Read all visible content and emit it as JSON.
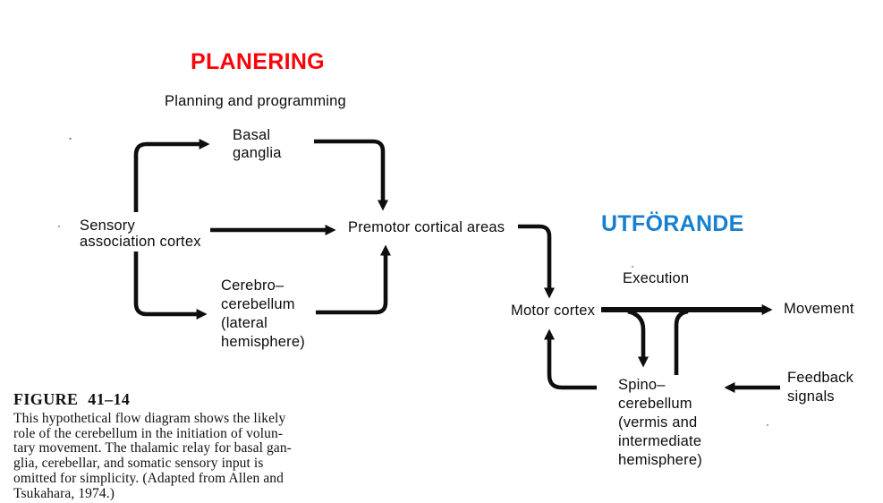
{
  "overlays": {
    "planning_title": "PLANERING",
    "planning_color": "#f90408",
    "execution_title": "UTFÖRANDE",
    "execution_color": "#1580d0"
  },
  "diagram": {
    "phase_labels": {
      "planning": "Planning and programming",
      "execution": "Execution"
    },
    "nodes": {
      "sensory": "Sensory\nassociation cortex",
      "basal": "Basal\nganglia",
      "cerebro": "Cerebro–\ncerebellum\n(lateral\nhemisphere)",
      "premotor": "Premotor cortical areas",
      "motor": "Motor cortex",
      "movement": "Movement",
      "spino": "Spino–\ncerebellum\n(vermis and\nintermediate\nhemisphere)",
      "feedback": "Feedback\nsignals"
    },
    "arrow_color": "#0e0e0e"
  },
  "figure_caption": {
    "label": "FIGURE  41–14",
    "body": "This hypothetical flow diagram shows the likely\nrole of the cerebellum in the initiation of volun-\ntary movement. The thalamic relay for basal gan-\nglia, cerebellar, and somatic sensory input is\nomitted for simplicity. (Adapted from Allen and\nTsukahara, 1974.)"
  }
}
